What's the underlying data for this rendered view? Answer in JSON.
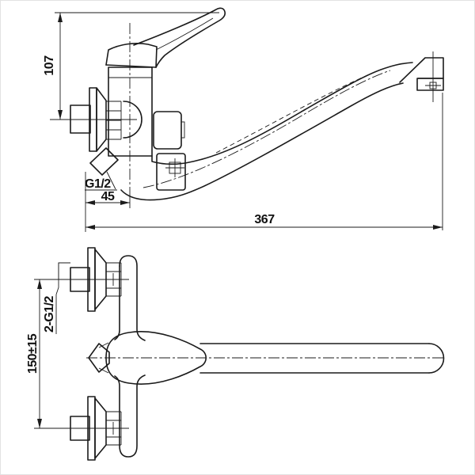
{
  "side_view": {
    "height_dim": "107",
    "outlet_thread_label": "G1/2",
    "wall_offset_dim": "45",
    "spout_reach_dim": "367"
  },
  "plan_view": {
    "inlet_thread_label": "2-G1/2",
    "inlet_spacing_dim": "150±15"
  }
}
